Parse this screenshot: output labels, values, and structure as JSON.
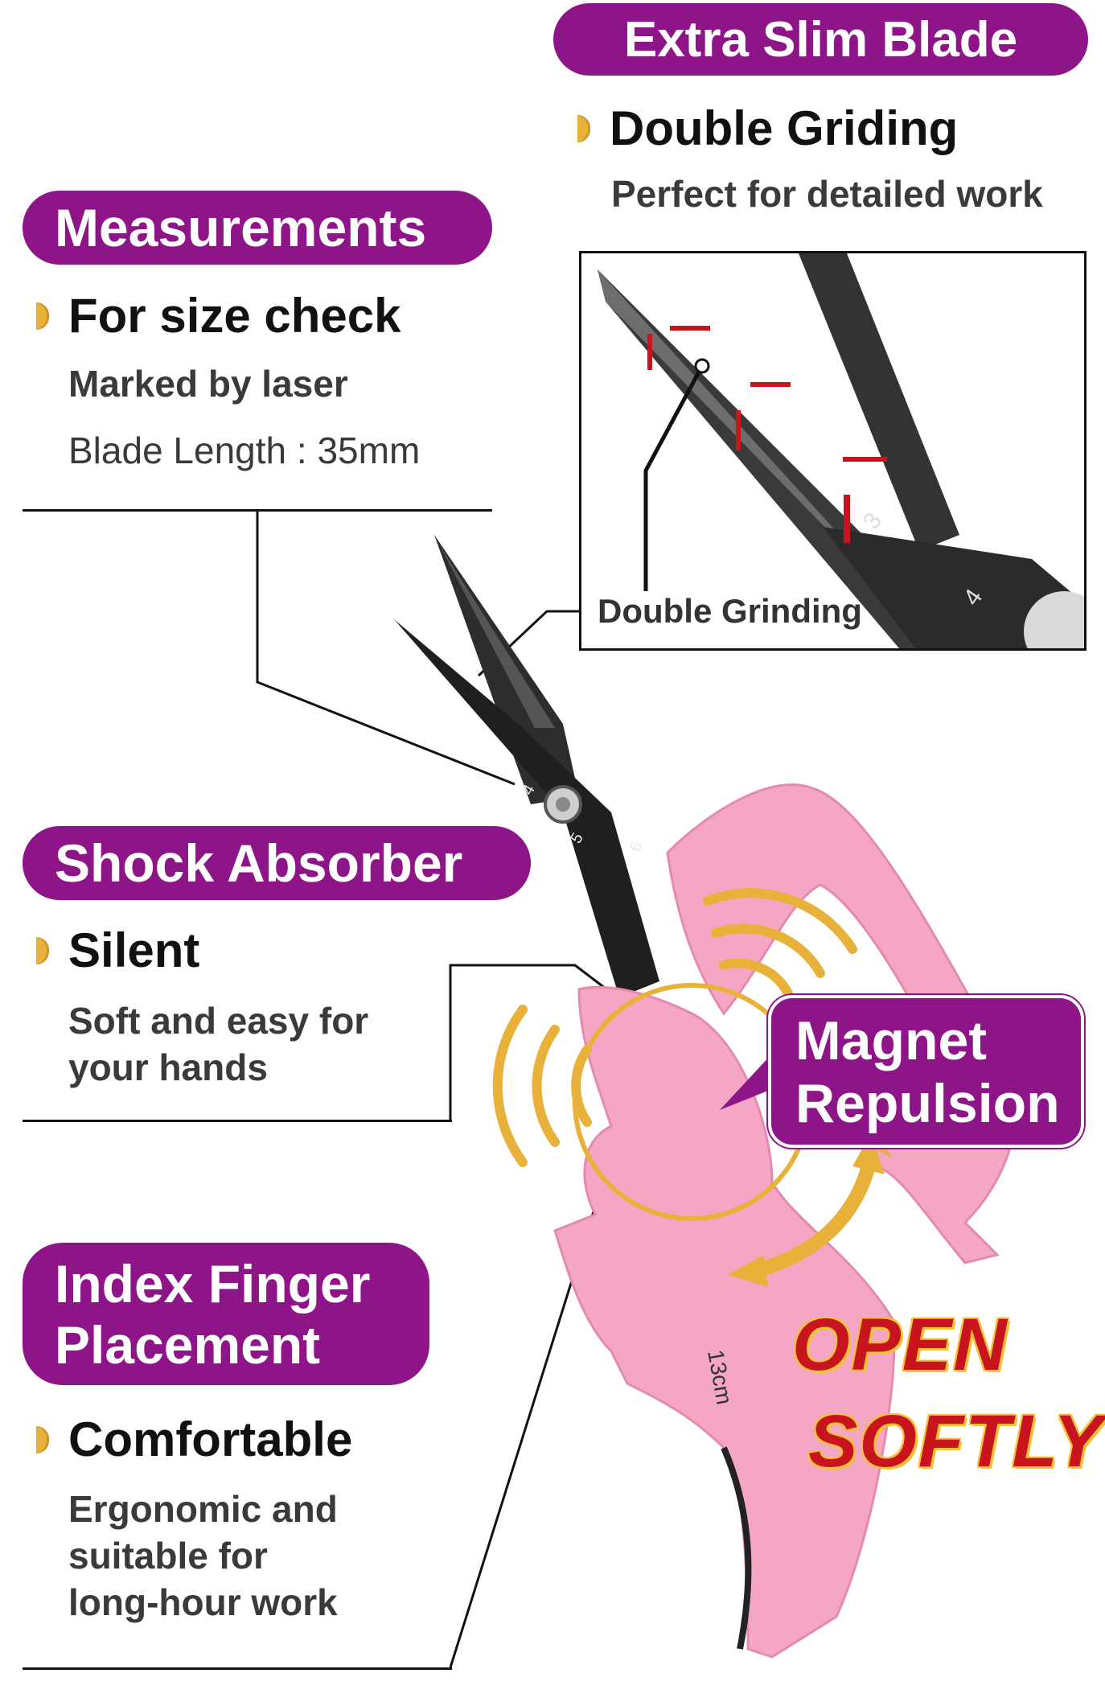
{
  "extra_slim_blade": {
    "heading": "Extra Slim Blade",
    "feature": "Double Griding",
    "description": "Perfect for detailed work",
    "inset_label": "Double Grinding",
    "inset_ticks": [
      "3",
      "4"
    ]
  },
  "measurements": {
    "heading": "Measurements",
    "feature": "For size check",
    "description": "Marked by laser",
    "detail": "Blade Length : 35mm"
  },
  "shock_absorber": {
    "heading": "Shock Absorber",
    "feature": "Silent",
    "description_line1": "Soft and easy for",
    "description_line2": "your hands"
  },
  "index_finger": {
    "heading_line1": "Index Finger",
    "heading_line2": "Placement",
    "feature": "Comfortable",
    "description_line1": "Ergonomic and",
    "description_line2": "suitable for",
    "description_line3": "long-hour work"
  },
  "magnet": {
    "line1": "Magnet",
    "line2": "Repulsion"
  },
  "open_softly": {
    "line1": "OPEN",
    "line2": "SOFTLY"
  },
  "scissors": {
    "blade_marks": [
      "4",
      "5",
      "6"
    ],
    "handle_mark": "13cm"
  },
  "colors": {
    "brand_purple": "#8e1587",
    "accent_gold": "#e8b23a",
    "handle_pink": "#f4a6c4",
    "blade_dark": "#2d2d2d",
    "arrow_red": "#c8141c"
  }
}
